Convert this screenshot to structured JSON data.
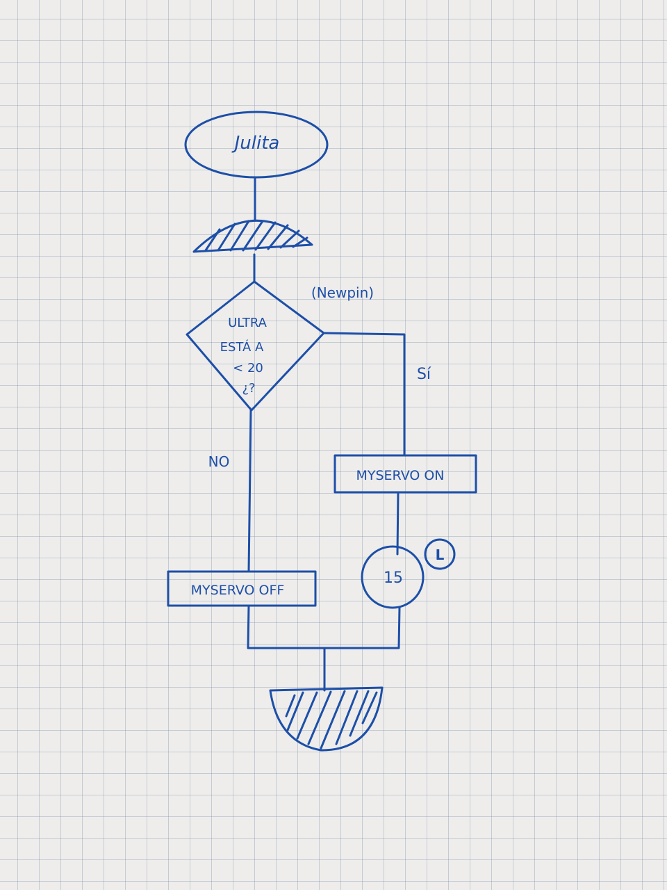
{
  "diagram": {
    "start_label": "Julita",
    "annotation": "(Newpin)",
    "decision_lines": [
      "ULTRA",
      "ESTÁ A",
      "< 20",
      "¿?"
    ],
    "yes_label": "Sí",
    "no_label": "NO",
    "action_yes": "MYSERVO ON",
    "action_no": "MYSERVO OFF",
    "wait_value": "15",
    "wait_badge": "L"
  },
  "colors": {
    "ink": "#1d4fa8",
    "paper": "#eeedeb",
    "grid": "#8c9fbf"
  }
}
